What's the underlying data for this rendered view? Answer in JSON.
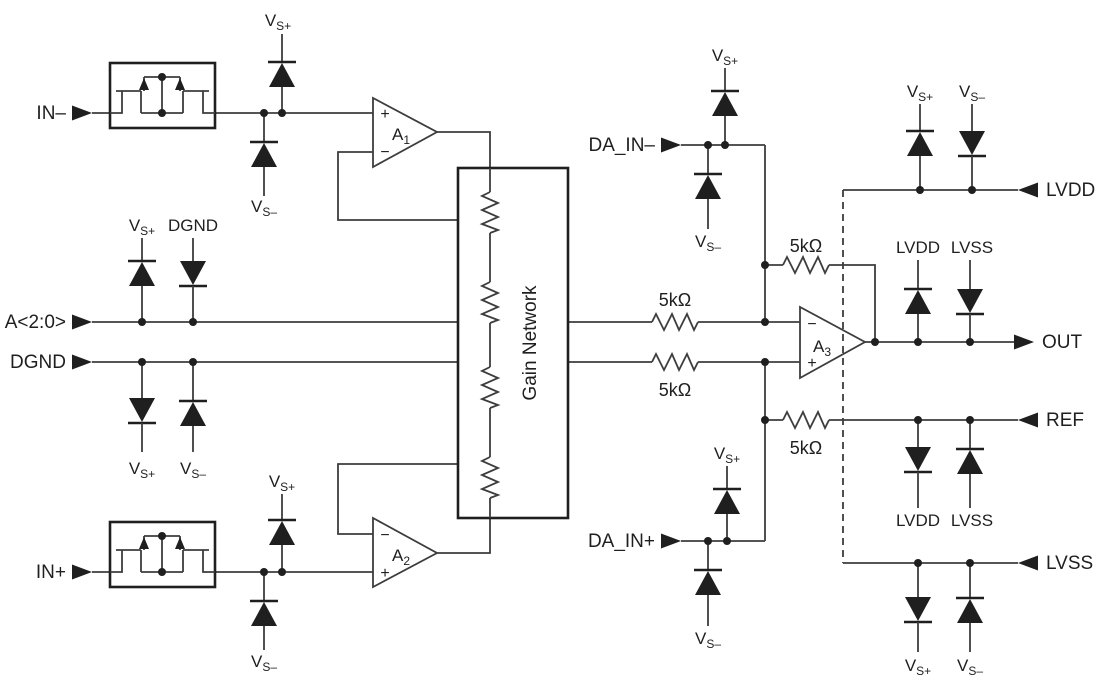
{
  "diagram": {
    "type": "circuit-schematic",
    "description": "Instrumentation amplifier front end with input over-voltage protection FETs, gain network, difference amplifier A3 and supply clamp diodes",
    "ports": {
      "in_minus": "IN–",
      "a_bus": "A<2:0>",
      "dgnd": "DGND",
      "in_plus": "IN+",
      "da_in_minus": "DA_IN–",
      "da_in_plus": "DA_IN+",
      "lvdd": "LVDD",
      "out": "OUT",
      "ref": "REF",
      "lvss": "LVSS"
    },
    "supplies": {
      "v": "V",
      "s_plus": "S+",
      "s_minus": "S–",
      "dgnd": "DGND",
      "lvdd": "LVDD",
      "lvss": "LVSS"
    },
    "amplifiers": {
      "a": "A",
      "a1_sub": "1",
      "a2_sub": "2",
      "a3_sub": "3",
      "plus": "+",
      "minus": "−"
    },
    "resistors": {
      "r5k": "5kΩ"
    },
    "blocks": {
      "gain_network": "Gain Network"
    },
    "colors": {
      "ink": "#1f1f1f",
      "wire": "#3d3d3d",
      "background": "#ffffff"
    }
  }
}
